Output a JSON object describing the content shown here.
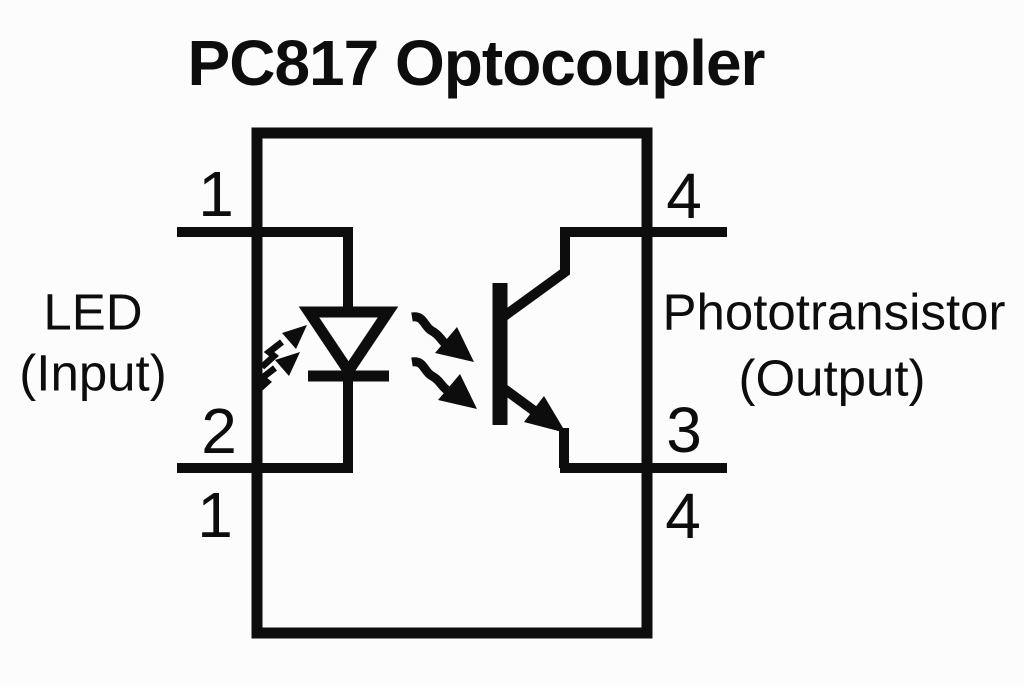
{
  "title": "PC817 Optocoupler",
  "colors": {
    "ink": "#0d0d0d",
    "background": "#fcfcfc"
  },
  "component": {
    "name": "PC817",
    "left_side": {
      "label_line1": "LED",
      "label_line2": "(Input)"
    },
    "right_side": {
      "label_line1": "Phototransistor",
      "label_line2": "(Output)"
    },
    "pins": {
      "top_left": "1",
      "top_right": "4",
      "bottom_left_upper": "2",
      "bottom_left_lower": "1",
      "bottom_right_upper": "3",
      "bottom_right_lower": "4"
    }
  }
}
